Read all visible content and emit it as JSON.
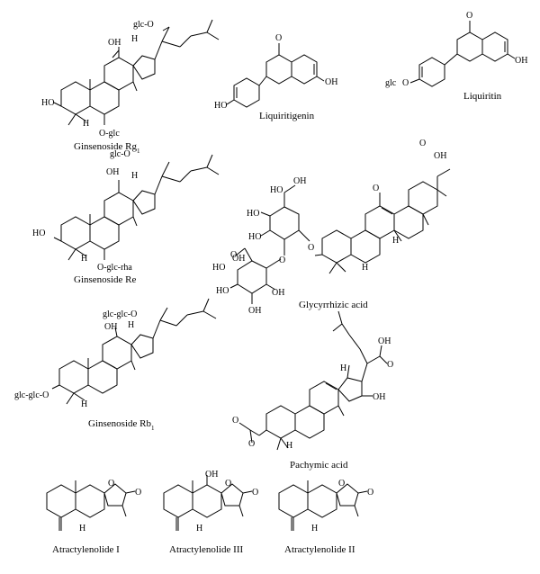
{
  "compounds": {
    "rg1": {
      "name": "Ginsenoside Rg",
      "sub": "1",
      "sub_labels": [
        "glc-O",
        "OH",
        "H",
        "HO",
        "O-glc",
        "H"
      ]
    },
    "liq": {
      "name": "Liquiritigenin",
      "sub_labels": [
        "O",
        "OH",
        "HO"
      ]
    },
    "liqt": {
      "name": "Liquiritin",
      "sub_labels": [
        "O",
        "OH",
        "glc",
        "O"
      ]
    },
    "re": {
      "name": "Ginsenoside Re",
      "sub_labels": [
        "glc-O",
        "OH",
        "H",
        "HO",
        "O-glc-rha",
        "H"
      ]
    },
    "gly": {
      "name": "Glycyrrhizic acid",
      "sub_labels": [
        "OH",
        "O",
        "HO",
        "HO",
        "OH",
        "HO",
        "O",
        "OH",
        "HO",
        "HO",
        "OH",
        "OH",
        "O",
        "O",
        "O",
        "H",
        "H"
      ]
    },
    "rb1": {
      "name": "Ginsenoside Rb",
      "sub": "1",
      "sub_labels": [
        "glc-glc-O",
        "OH",
        "H",
        "glc-glc-O",
        "H"
      ]
    },
    "pac": {
      "name": "Pachymic acid",
      "sub_labels": [
        "OH",
        "O",
        "H",
        "OH",
        "O",
        "O",
        "H"
      ]
    },
    "at1": {
      "name": "Atractylenolide I",
      "sub_labels": [
        "O",
        "O",
        "H"
      ]
    },
    "at3": {
      "name": "Atractylenolide III",
      "sub_labels": [
        "OH",
        "O",
        "O",
        "H"
      ]
    },
    "at2": {
      "name": "Atractylenolide II",
      "sub_labels": [
        "O",
        "O",
        "H"
      ]
    }
  }
}
